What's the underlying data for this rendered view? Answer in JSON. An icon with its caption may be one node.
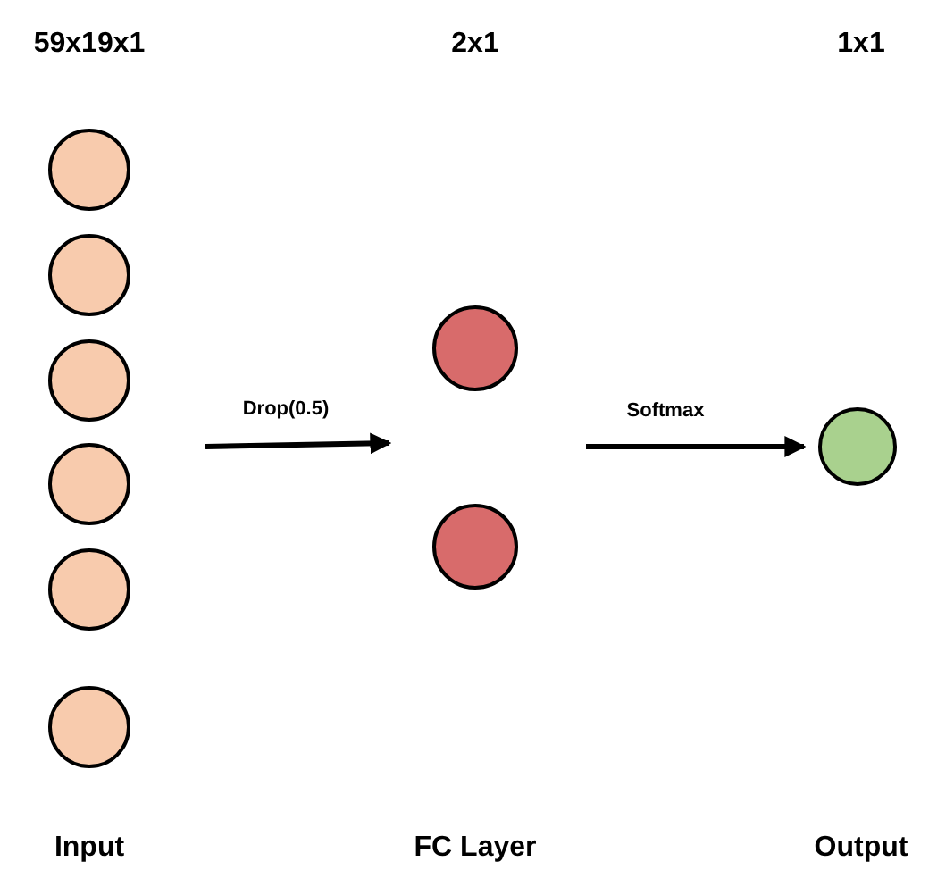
{
  "diagram": {
    "nodes": [
      {
        "text": [],
        "shape": "circle"
      },
      {
        "text": [],
        "shape": "circle"
      },
      {
        "text": [],
        "shape": "circle"
      },
      {
        "text": [],
        "shape": "circle"
      },
      {
        "text": [],
        "shape": "circle"
      },
      {
        "text": [],
        "shape": "circle"
      },
      {
        "text": [],
        "shape": "circle"
      },
      {
        "text": [],
        "shape": "circle"
      },
      {
        "text": [],
        "shape": "circle"
      }
    ],
    "edges": [
      {
        "from": null,
        "to": 6,
        "arrow": "to",
        "label": "Drop(0.5)"
      },
      {
        "from": null,
        "to": 8,
        "arrow": "to",
        "label": "Softmax"
      }
    ],
    "labels": [
      "59x19x1",
      "2x1",
      "1x1",
      "Input",
      "FC Layer",
      "Output"
    ]
  }
}
